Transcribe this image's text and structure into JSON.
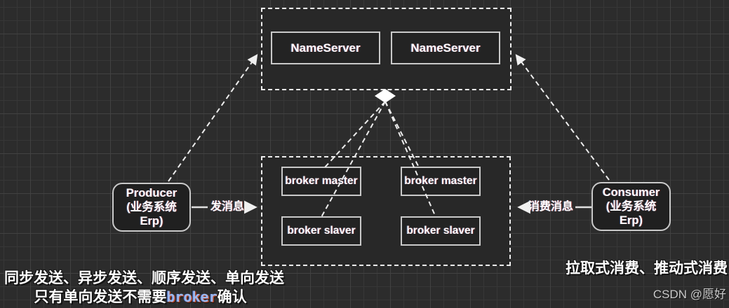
{
  "diagram": {
    "nameserver_cluster": {
      "nodes": [
        {
          "label": "NameServer"
        },
        {
          "label": "NameServer"
        }
      ]
    },
    "broker_cluster": {
      "nodes": [
        {
          "label": "broker master"
        },
        {
          "label": "broker master"
        },
        {
          "label": "broker slaver"
        },
        {
          "label": "broker slaver"
        }
      ]
    },
    "producer": {
      "lines": [
        "Producer",
        "(业务系统",
        "Erp)"
      ]
    },
    "consumer": {
      "lines": [
        "Consumer",
        "(业务系统",
        "Erp)"
      ]
    },
    "edges": {
      "send_label": "发消息",
      "consume_label": "消费消息"
    },
    "notes": {
      "producer_line1": "同步发送、异步发送、顺序发送、单向发送",
      "producer_line2_prefix": "只有单向发送不需要",
      "producer_line2_highlight": "broker",
      "producer_line2_suffix": "确认",
      "consumer_line": "拉取式消费、推动式消费"
    },
    "watermark": "CSDN @愿好",
    "colors": {
      "background": "#2c2c2c",
      "cluster_fill": "#282828",
      "node_border": "#c9c9c9",
      "line": "#ededed",
      "text": "#ffffff",
      "highlight": "#9db9ee",
      "watermark": "#c9c9c9"
    }
  }
}
